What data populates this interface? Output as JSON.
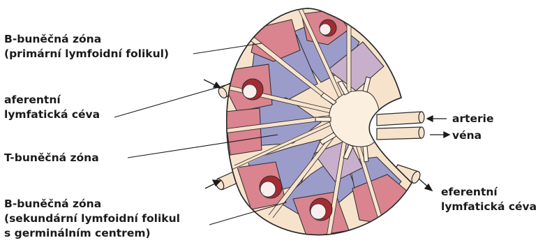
{
  "labels": {
    "b_zone_primary": {
      "line1": "B-buněčná zóna",
      "line2": "(primární lymfoidní folikul)"
    },
    "afferent_vessel": {
      "line1": "aferentní",
      "line2": "lymfatická céva"
    },
    "t_zone": "T-buněčná zóna",
    "b_zone_secondary": {
      "line1": "B-buněčná zóna",
      "line2": "(sekundární lymfoidní folikul",
      "line3": "s germinálním centrem)"
    },
    "artery": "arterie",
    "vein": "véna",
    "efferent_vessel": {
      "line1": "eferentní",
      "line2": "lymfatická céva"
    }
  },
  "colors": {
    "capsule": "#f7e3cc",
    "outline": "#2a2a2a",
    "b_zone": "#d9848e",
    "t_zone": "#9c9ccb",
    "medulla_cords": "#c8b0cc",
    "germinal_center": "#f9eeee",
    "mantle_dark": "#a32b33",
    "hilum": "#fbefe0"
  }
}
